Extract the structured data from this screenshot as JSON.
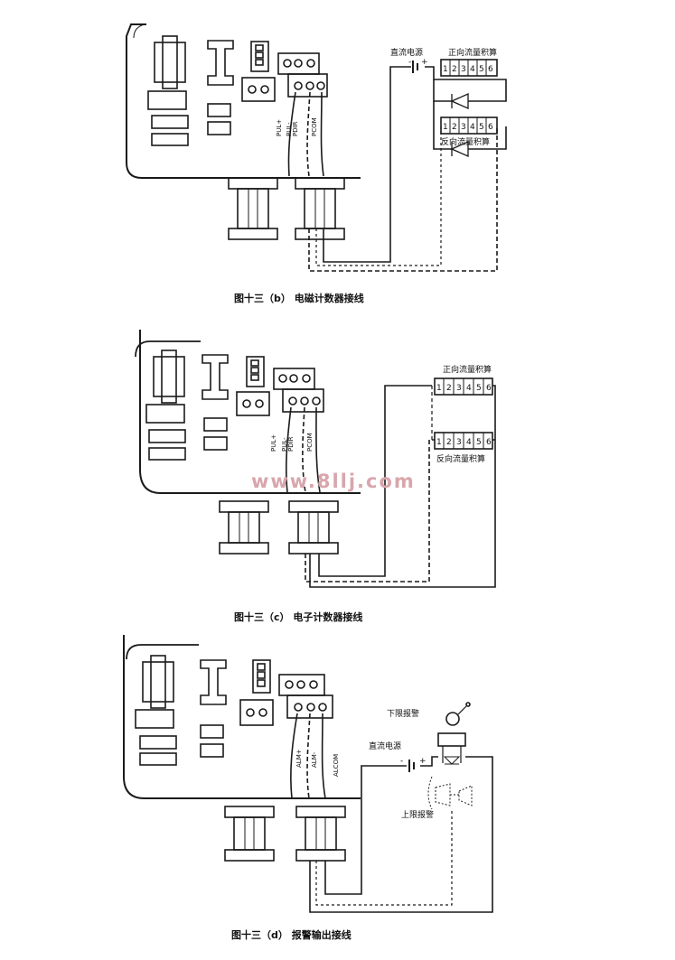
{
  "watermark": "www.8llj.com",
  "diagrams": {
    "b": {
      "caption": "图十三（b） 电磁计数器接线",
      "power_label": "直流电源",
      "minus": "-",
      "plus": "+",
      "counter_top_label": "正向流量积算",
      "counter_bottom_label": "反向流量积算",
      "counter_digits": [
        "1",
        "2",
        "3",
        "4",
        "5",
        "6"
      ],
      "wire_labels": [
        "PUL+",
        "PUL-",
        "PDIR",
        "PCOM"
      ]
    },
    "c": {
      "caption": "图十三（c） 电子计数器接线",
      "counter_top_label": "正向流量积算",
      "counter_bottom_label": "反向流量积算",
      "counter_digits": [
        "1",
        "2",
        "3",
        "4",
        "5",
        "6"
      ],
      "wire_labels": [
        "PUL+",
        "PUL-",
        "PDIR",
        "PCOM"
      ]
    },
    "d": {
      "caption": "图十三（d） 报警输出接线",
      "power_label": "直流电源",
      "minus": "-",
      "plus": "+",
      "lower_alarm_label": "下限报警",
      "upper_alarm_label": "上限报警",
      "wire_labels": [
        "ALM+",
        "ALM-",
        "ALCOM"
      ]
    }
  },
  "colors": {
    "ink": "#1a1a1a",
    "paper": "#ffffff",
    "watermark": "#d8a6ac"
  }
}
